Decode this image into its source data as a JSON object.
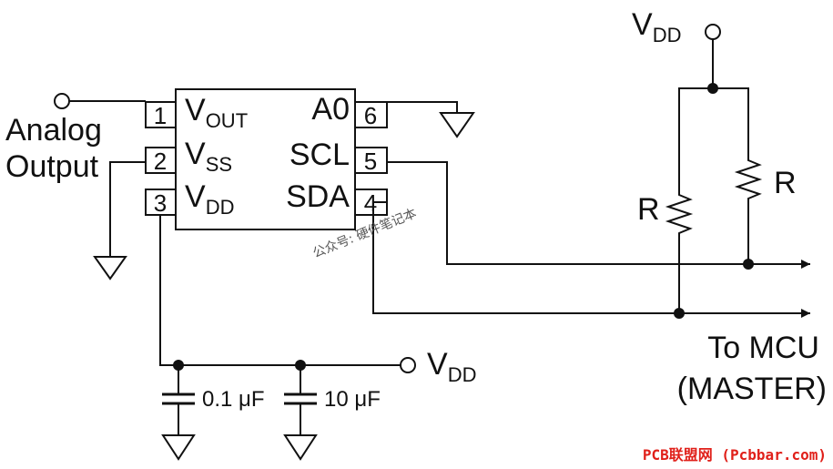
{
  "chip": {
    "pins_left": [
      {
        "num": "1",
        "main": "V",
        "sub": "OUT"
      },
      {
        "num": "2",
        "main": "V",
        "sub": "SS"
      },
      {
        "num": "3",
        "main": "V",
        "sub": "DD"
      }
    ],
    "pins_right": [
      {
        "num": "6",
        "label": "A0"
      },
      {
        "num": "5",
        "label": "SCL"
      },
      {
        "num": "4",
        "label": "SDA"
      }
    ]
  },
  "labels": {
    "analog_line1": "Analog",
    "analog_line2": "Output",
    "vdd_top_main": "V",
    "vdd_top_sub": "DD",
    "vdd_bottom_main": "V",
    "vdd_bottom_sub": "DD",
    "resistor_left": "R",
    "resistor_right": "R",
    "cap1": "0.1 μF",
    "cap2": "10 μF",
    "mcu_line1": "To MCU",
    "mcu_line2": "(MASTER)"
  },
  "watermark": "公众号: 硬件笔记本",
  "footer": {
    "text": "PCB联盟网 (Pcbbar.com)",
    "color": "#e0201a"
  },
  "colors": {
    "line": "#111111"
  }
}
